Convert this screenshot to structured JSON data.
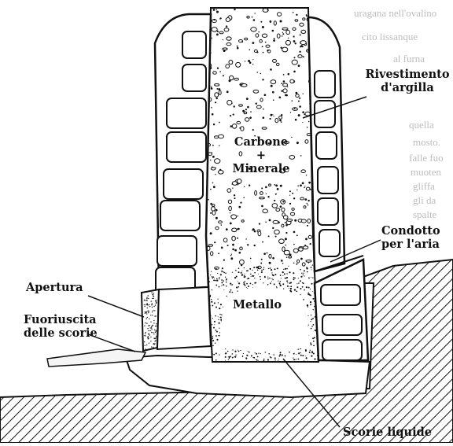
{
  "diagram": {
    "labels": {
      "rivestimento": [
        "Rivestimento",
        "d'argilla"
      ],
      "carbone": "Carbone",
      "plus": "+",
      "minerale": "Minerale",
      "condotto": [
        "Condotto",
        "per l'aria"
      ],
      "apertura": "Apertura",
      "fuoriuscita": [
        "Fuoriuscita",
        "delle scorie"
      ],
      "metallo": "Metallo",
      "scorie_liquide": "Scorie liquide"
    }
  },
  "bleed_through": {
    "lines": [
      "uragana nell'ovalino",
      "cito lissanque",
      "al furna",
      "quella",
      "mosto.",
      "falle fuo",
      "muoten",
      "gliffa",
      "gli da",
      "spalte"
    ]
  }
}
